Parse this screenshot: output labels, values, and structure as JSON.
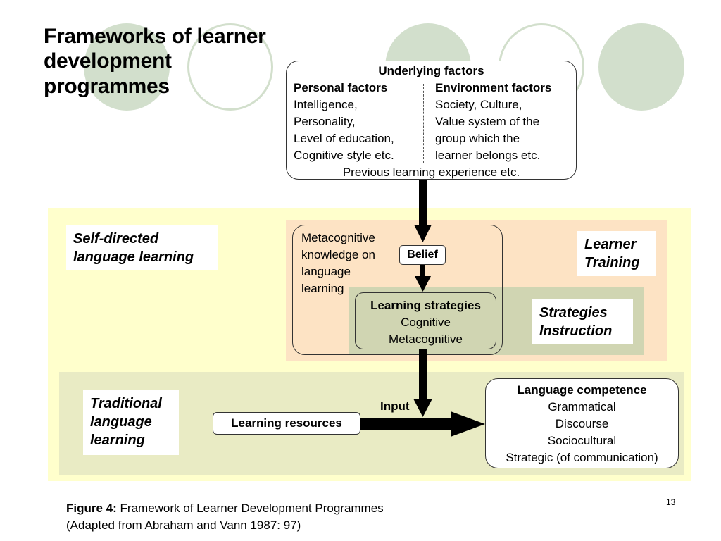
{
  "title": "Frameworks of learner development programmes",
  "underlying": {
    "heading": "Underlying factors",
    "personal": {
      "heading": "Personal factors",
      "items": [
        "Intelligence,",
        "Personality,",
        "Level of education,",
        "Cognitive style etc."
      ]
    },
    "environment": {
      "heading": "Environment factors",
      "items": [
        "Society, Culture,",
        "Value system of the",
        "group which the",
        "learner belongs etc."
      ]
    },
    "footer": "Previous learning experience etc."
  },
  "regions": {
    "self_directed": "Self-directed language learning",
    "learner_training": "Learner Training",
    "strategies_instruction": "Strategies Instruction",
    "traditional": "Traditional language learning"
  },
  "metacognitive_text": [
    "Metacognitive",
    "knowledge on",
    "language",
    "learning"
  ],
  "belief": "Belief",
  "learning_strategies": {
    "heading": "Learning strategies",
    "items": [
      "Cognitive",
      "Metacognitive"
    ]
  },
  "input_label": "Input",
  "learning_resources": "Learning resources",
  "language_competence": {
    "heading": "Language competence",
    "items": [
      "Grammatical",
      "Discourse",
      "Sociocultural",
      "Strategic (of communication)"
    ]
  },
  "caption": {
    "label": "Figure 4:",
    "text": "Framework of Learner Development Programmes",
    "source": "(Adapted from Abraham and Vann 1987: 97)"
  },
  "page_number": "13",
  "colors": {
    "circles": "#d2dfcc",
    "outer_panel": "#ffffcc",
    "learner_training_panel": "#fde3c4",
    "strategies_panel": "#d0d5b2",
    "traditional_panel": "#e9ebc4"
  }
}
